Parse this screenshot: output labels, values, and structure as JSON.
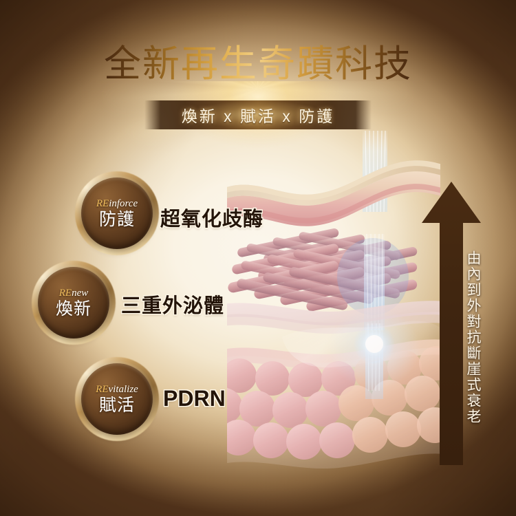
{
  "banner": {
    "title": "全新再生奇蹟科技",
    "subtitle": "煥新 x 賦活 x 防護"
  },
  "badges": [
    {
      "en_prefix": "RE",
      "en_suffix": "inforce",
      "zh": "防護"
    },
    {
      "en_prefix": "RE",
      "en_suffix": "new",
      "zh": "煥新"
    },
    {
      "en_prefix": "RE",
      "en_suffix": "vitalize",
      "zh": "賦活"
    }
  ],
  "ingredients": [
    {
      "label": "超氧化歧酶"
    },
    {
      "label": "三重外泌體"
    },
    {
      "label": "PDRN"
    }
  ],
  "arrow": {
    "caption": "由內到外對抗斷崖式衰老"
  },
  "illustration": {
    "layers": [
      {
        "name": "epidermis-wavy-slab",
        "desc": "波浪狀表皮層切片"
      },
      {
        "name": "collagen-rod-lattice",
        "desc": "膠原蛋白柱狀網格層"
      },
      {
        "name": "thin-translucent-slab",
        "desc": "半透明薄層"
      },
      {
        "name": "fat-cell-sphere-layer",
        "desc": "脂肪球細胞層"
      },
      {
        "name": "energy-beam",
        "desc": "白藍色能量光束"
      }
    ]
  },
  "colors": {
    "frame_dark": "#3b2414",
    "frame_mid": "#8d6a42",
    "cream": "#faf3e4",
    "gold": "#e0ae4e",
    "gold_light": "#f2cf84",
    "badge_dark": "#5d3b1e",
    "text_dark": "#231409",
    "beam": "#cfe9ff",
    "skin_top": "#e8c9a8",
    "dermis_pink": "#e6a9a6",
    "rod_pink": "#d9a2a4",
    "fat_pink": "#e6adad"
  }
}
